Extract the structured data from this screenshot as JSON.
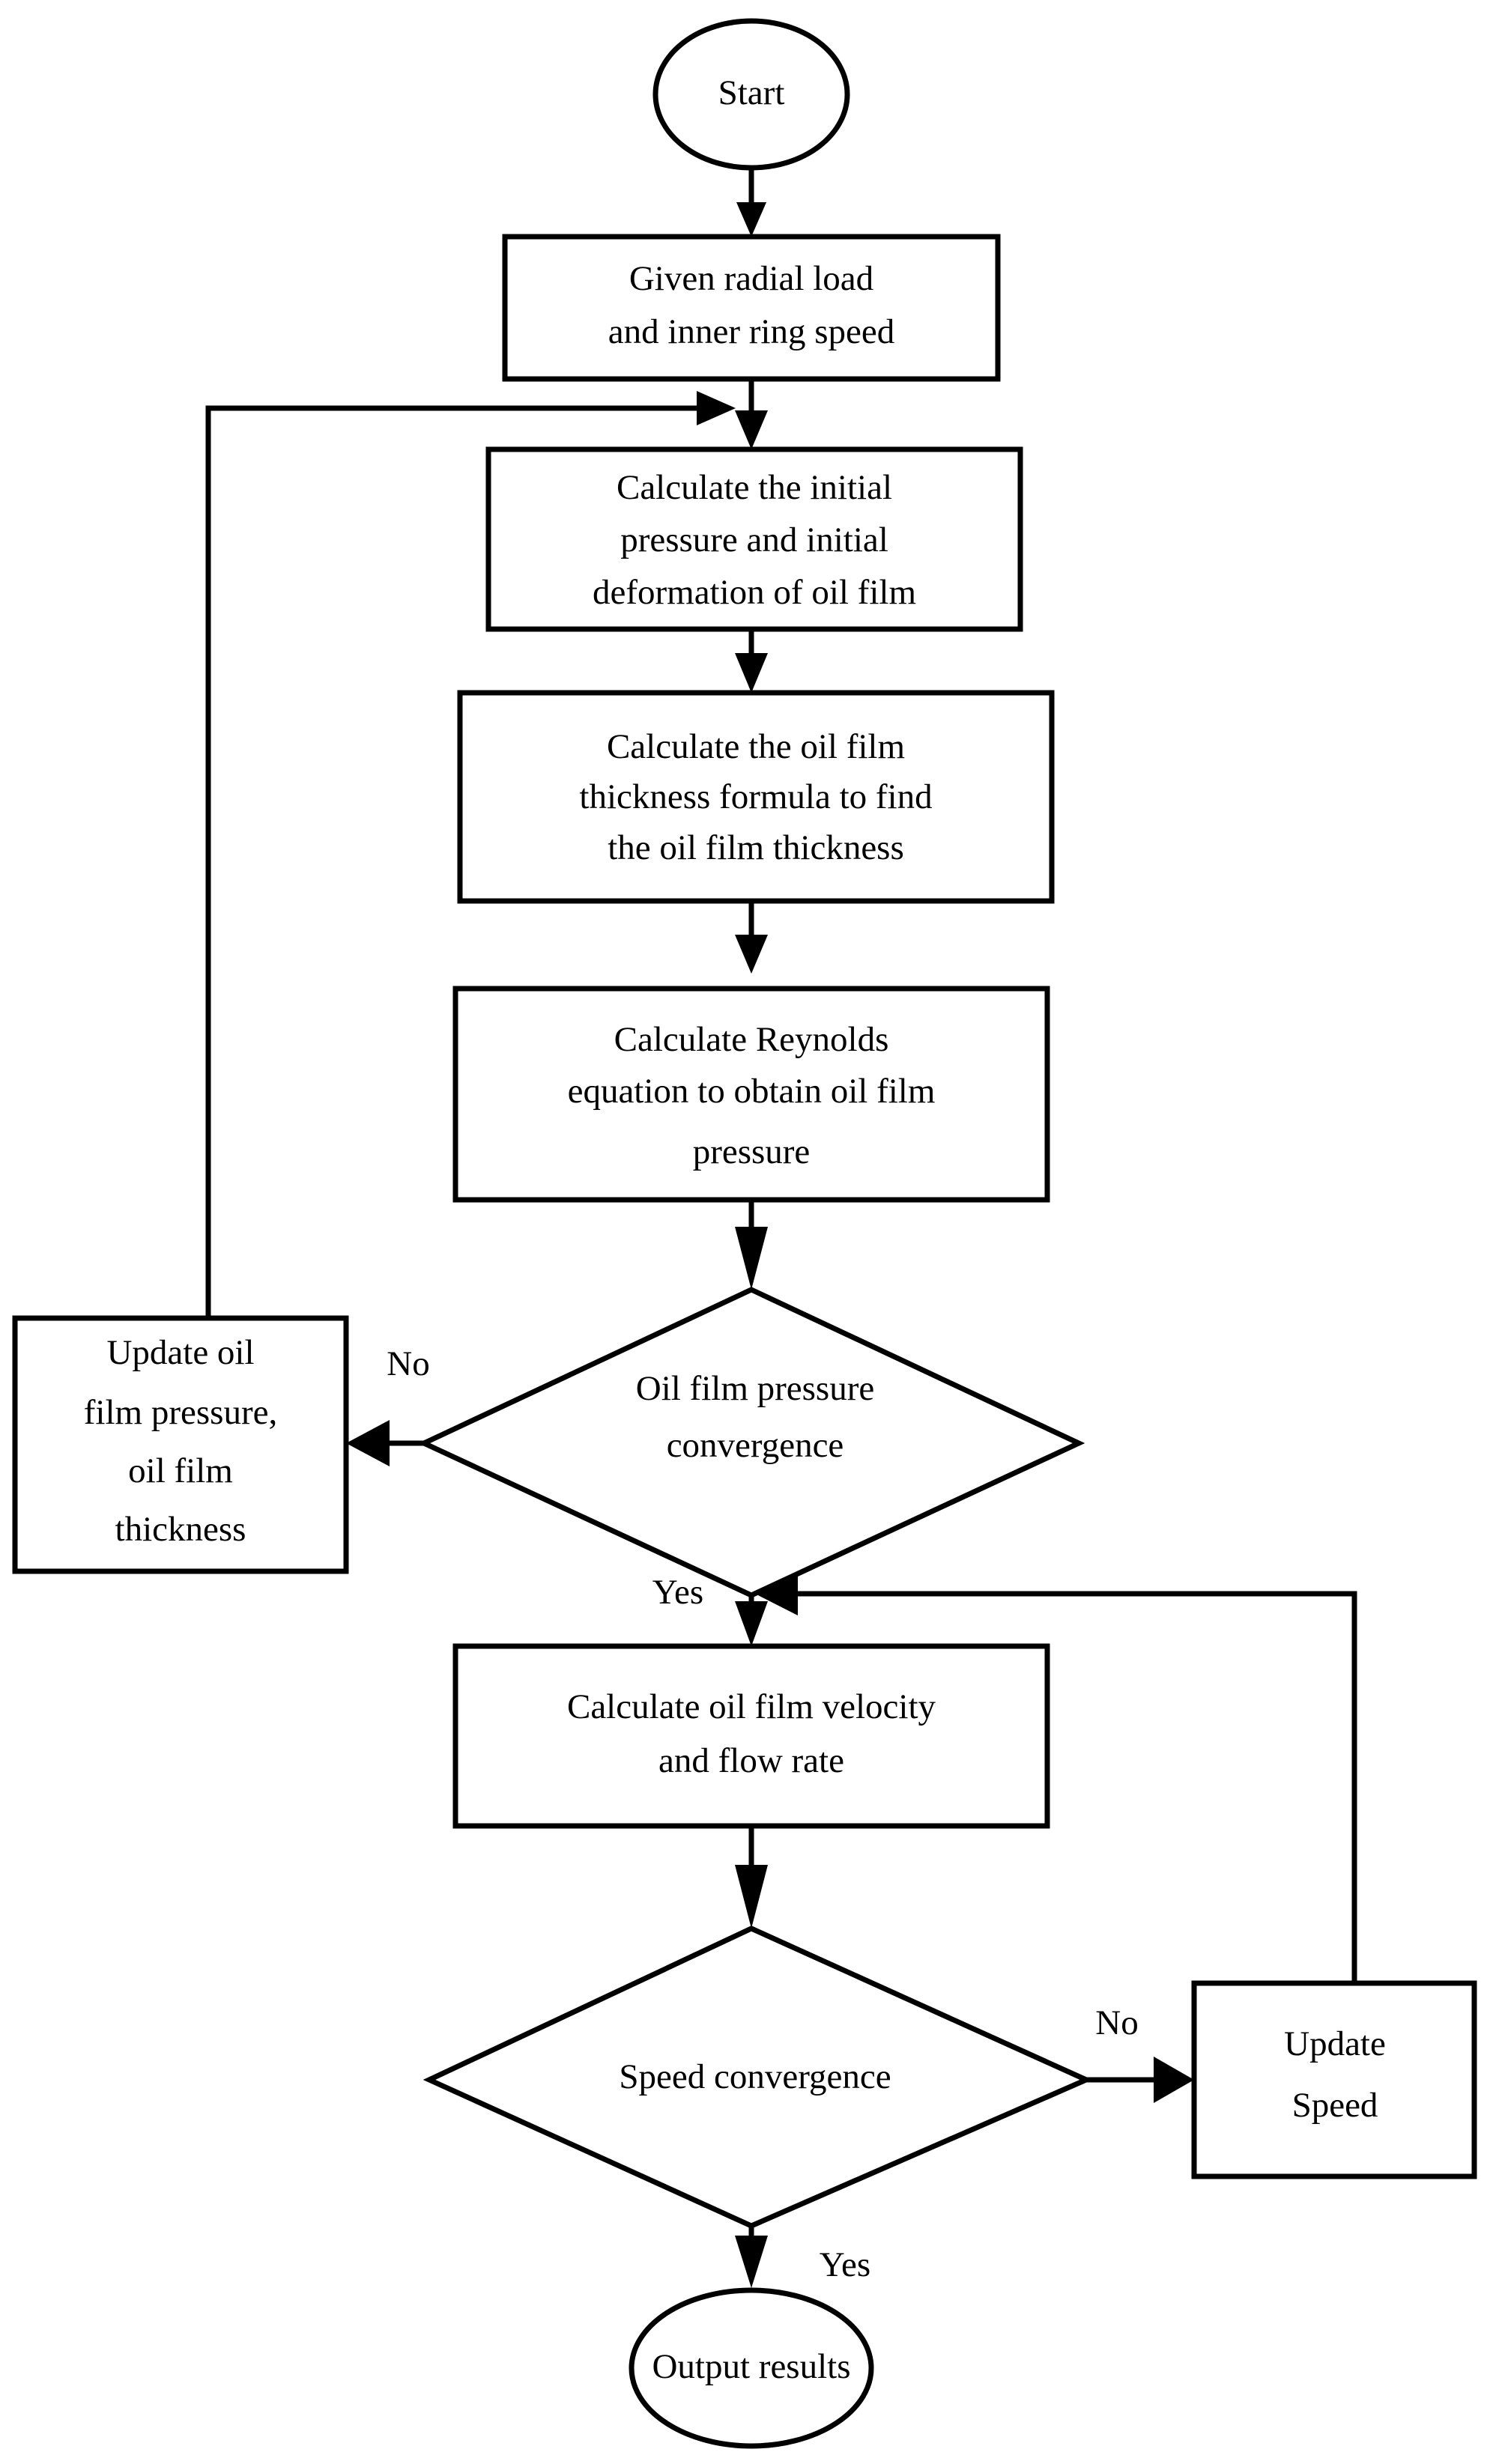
{
  "diagram": {
    "type": "flowchart",
    "title": "Oil film lubrication iterative calculation flowchart",
    "orientation": "top-to-bottom",
    "background_color": "#ffffff",
    "line_color": "#000000",
    "nodes": [
      {
        "id": "start",
        "shape": "ellipse",
        "label": "Start",
        "lines": [
          "Start"
        ]
      },
      {
        "id": "given-load",
        "shape": "rectangle",
        "label": "Given radial load and inner ring speed",
        "lines": [
          "Given radial load",
          "and inner ring speed"
        ]
      },
      {
        "id": "initial-pressure",
        "shape": "rectangle",
        "label": "Calculate the initial pressure and initial deformation of oil film",
        "lines": [
          "Calculate the initial",
          "pressure and initial",
          "deformation of oil film"
        ]
      },
      {
        "id": "film-thickness",
        "shape": "rectangle",
        "label": "Calculate the oil film thickness formula to find the oil film thickness",
        "lines": [
          "Calculate the oil film",
          "thickness formula to find",
          "the oil film thickness"
        ]
      },
      {
        "id": "reynolds",
        "shape": "rectangle",
        "label": "Calculate Reynolds equation to obtain oil film pressure",
        "lines": [
          "Calculate Reynolds",
          "equation to obtain oil film",
          "pressure"
        ]
      },
      {
        "id": "pressure-convergence",
        "shape": "diamond",
        "label": "Oil film pressure convergence",
        "lines": [
          "Oil film pressure",
          "convergence"
        ]
      },
      {
        "id": "update-pressure",
        "shape": "rectangle",
        "label": "Update oil film pressure, oil film thickness",
        "lines": [
          "Update oil",
          "film pressure,",
          "oil film",
          "thickness"
        ]
      },
      {
        "id": "velocity-flow",
        "shape": "rectangle",
        "label": "Calculate oil film velocity and flow rate",
        "lines": [
          "Calculate oil film velocity",
          "and flow rate"
        ]
      },
      {
        "id": "speed-convergence",
        "shape": "diamond",
        "label": "Speed convergence",
        "lines": [
          "Speed convergence"
        ]
      },
      {
        "id": "update-speed",
        "shape": "rectangle",
        "label": "Update Speed",
        "lines": [
          "Update",
          "Speed"
        ]
      },
      {
        "id": "output",
        "shape": "ellipse",
        "label": "Output results",
        "lines": [
          "Output results"
        ]
      }
    ],
    "edges": [
      {
        "id": "e1",
        "from": "start",
        "to": "given-load",
        "label": ""
      },
      {
        "id": "e2",
        "from": "given-load",
        "to": "initial-pressure",
        "label": ""
      },
      {
        "id": "e3",
        "from": "initial-pressure",
        "to": "film-thickness",
        "label": ""
      },
      {
        "id": "e4",
        "from": "film-thickness",
        "to": "reynolds",
        "label": ""
      },
      {
        "id": "e5",
        "from": "reynolds",
        "to": "pressure-convergence",
        "label": ""
      },
      {
        "id": "e6",
        "from": "pressure-convergence",
        "to": "update-pressure",
        "label": "No"
      },
      {
        "id": "e7",
        "from": "update-pressure",
        "to": "initial-pressure",
        "label": ""
      },
      {
        "id": "e8",
        "from": "pressure-convergence",
        "to": "velocity-flow",
        "label": "Yes"
      },
      {
        "id": "e9",
        "from": "velocity-flow",
        "to": "speed-convergence",
        "label": ""
      },
      {
        "id": "e10",
        "from": "speed-convergence",
        "to": "update-speed",
        "label": "No"
      },
      {
        "id": "e11",
        "from": "update-speed",
        "to": "velocity-flow",
        "label": ""
      },
      {
        "id": "e12",
        "from": "speed-convergence",
        "to": "output",
        "label": "Yes"
      }
    ],
    "edge_labels": {
      "pressure_no": "No",
      "pressure_yes": "Yes",
      "speed_no": "No",
      "speed_yes": "Yes"
    }
  }
}
